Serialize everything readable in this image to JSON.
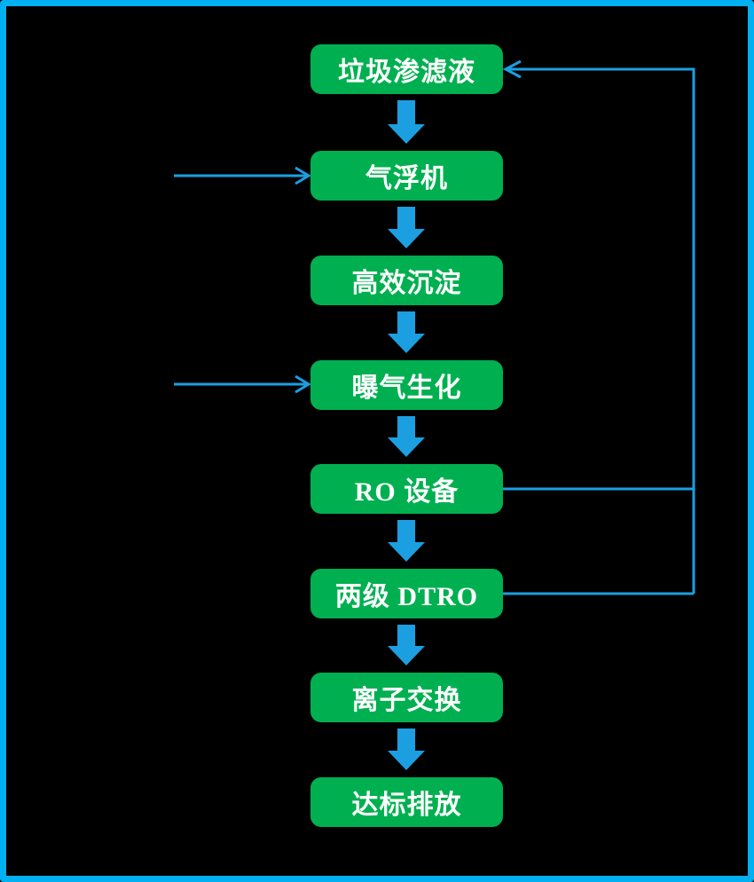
{
  "diagram": {
    "type": "flowchart",
    "description": "Garbage leachate treatment process flow",
    "nodes": [
      {
        "id": "leachate",
        "label": "垃圾渗滤液"
      },
      {
        "id": "air-flotation",
        "label": "气浮机"
      },
      {
        "id": "sedimentation",
        "label": "高效沉淀"
      },
      {
        "id": "aeration-bio",
        "label": "曝气生化"
      },
      {
        "id": "ro-equipment",
        "label": "RO 设备"
      },
      {
        "id": "two-stage-dtro",
        "label": "两级 DTRO"
      },
      {
        "id": "ion-exchange",
        "label": "离子交换"
      },
      {
        "id": "discharge",
        "label": "达标排放"
      }
    ],
    "connections": [
      {
        "from": "垃圾渗滤液",
        "to": "气浮机",
        "type": "flow"
      },
      {
        "from": "气浮机",
        "to": "高效沉淀",
        "type": "flow"
      },
      {
        "from": "高效沉淀",
        "to": "曝气生化",
        "type": "flow"
      },
      {
        "from": "曝气生化",
        "to": "RO 设备",
        "type": "flow"
      },
      {
        "from": "RO 设备",
        "to": "两级 DTRO",
        "type": "flow"
      },
      {
        "from": "两级 DTRO",
        "to": "离子交换",
        "type": "flow"
      },
      {
        "from": "离子交换",
        "to": "达标排放",
        "type": "flow"
      },
      {
        "from": "RO 设备",
        "to": "垃圾渗滤液",
        "type": "return-line"
      },
      {
        "from": "两级 DTRO",
        "to": "垃圾渗滤液",
        "type": "return-line"
      },
      {
        "from": "external-input",
        "to": "气浮机",
        "type": "input-arrow"
      },
      {
        "from": "external-input",
        "to": "曝气生化",
        "type": "input-arrow"
      }
    ]
  },
  "theme": {
    "node_color": "#00B050",
    "arrow_color": "#1B9FE1",
    "border_color": "#00B0F0",
    "background": "#000000",
    "text_color": "#FFFFFF"
  }
}
